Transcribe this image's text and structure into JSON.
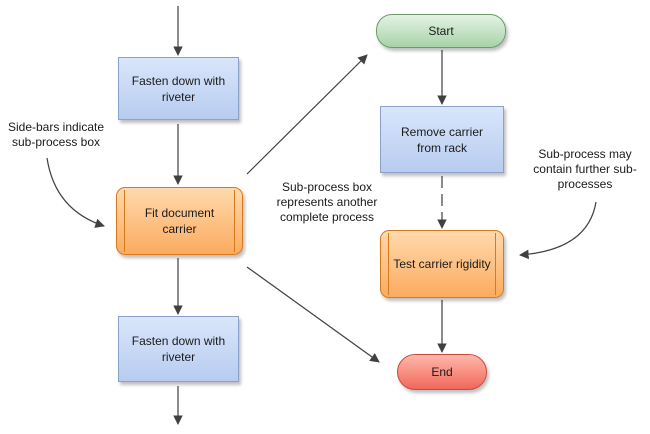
{
  "left_column": {
    "top_process": "Fasten down with riveter",
    "subprocess": "Fit document carrier",
    "bottom_process": "Fasten down with riveter"
  },
  "right_column": {
    "start": "Start",
    "process": "Remove carrier from rack",
    "subprocess": "Test carrier rigidity",
    "end": "End"
  },
  "annotations": {
    "sidebars": "Side-bars indicate sub-process box",
    "subprocess_box": "Sub-process box represents another complete process",
    "nested": "Sub-process may contain further sub-processes"
  },
  "colors": {
    "process": "#c8d8f6",
    "subprocess": "#fdbb79",
    "start": "#bfe0bf",
    "end": "#f58a7d",
    "connector": "#404040"
  }
}
